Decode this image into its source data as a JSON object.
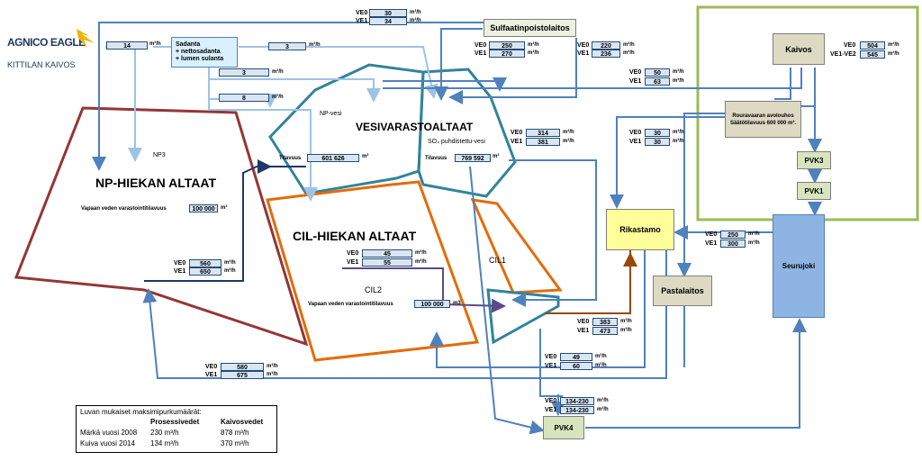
{
  "logo": {
    "brand": "AGNICO EAGLE",
    "site": "KITTILAN KAIVOS"
  },
  "areas": {
    "np_title": "NP-HIEKAN ALTAAT",
    "np3": "NP3",
    "np_storage_label": "Vapaan veden varastointitilavuus",
    "np_storage_value": "100 000",
    "np_storage_unit": "m³",
    "vv_title": "VESIVARASTOALTAAT",
    "np_vesi": "NP-vesi",
    "so4": "SO₄ puhdistettu-vesi",
    "tilavuus": "Tilavuus",
    "tilavuus_np": "601 626",
    "tilavuus_so4": "769 592",
    "m3": "m³",
    "cil_title": "CIL-HIEKAN ALTAAT",
    "cil1": "CIL1",
    "cil2": "CIL2",
    "cil_storage_label": "Vapaan veden varastointitilavuus",
    "cil_storage_value": "100 000",
    "cil_storage_unit": "m3"
  },
  "nodes": {
    "sulfaatti": "Sulfaatinpoistolaitos",
    "sadanta": "Sadanta\n+ nettosadanta\n+ lumen sulanta",
    "kaivos": "Kaivos",
    "rouravaara": "Rouravaaran avolouhos\nSäätötilavuus 600 000 m³.",
    "pvk3": "PVK3",
    "pvk1": "PVK1",
    "rikastamo": "Rikastamo",
    "pastalaitos": "Pastalaitos",
    "seurujoki": "Seurujoki",
    "pvk4": "PVK4"
  },
  "flows": {
    "unit": "m³/h",
    "ve0": "VE0",
    "ve1": "VE1",
    "ve1_ve2": "VE1-VE2",
    "top_ve0": "30",
    "top_ve1": "34",
    "sadanta_left": "14",
    "sadanta_right": "3",
    "sadanta_3b": "3",
    "sadanta_8": "8",
    "sulf_ve0": "250",
    "sulf_ve1": "270",
    "sulf2_ve0": "220",
    "sulf2_ve1": "236",
    "kaivos_ve0": "504",
    "kaivos_ve1": "545",
    "rv_ve0": "50",
    "rv_ve1": "63",
    "so4_ve0": "314",
    "so4_ve1": "381",
    "r30_ve0": "30",
    "r30_ve1": "30",
    "np_ve0": "560",
    "np_ve1": "650",
    "cil_ve0": "45",
    "cil_ve1": "55",
    "seur_ve0": "250",
    "seur_ve1": "300",
    "rik_ve0": "383",
    "rik_ve1": "473",
    "pas_ve0": "49",
    "pas_ve1": "60",
    "bot_ve0": "580",
    "bot_ve1": "675",
    "pvk4_ve0": "134-230",
    "pvk4_ve1": "134-230"
  },
  "legend": {
    "title": "Luvan mukaiset maksimipurkumäärät:",
    "col1": "Prosessivedet",
    "col2": "Kaivosvedet",
    "rows": [
      {
        "label": "Märkä vuosi 2008",
        "v1": "230 m³/h",
        "v2": "878 m³/h"
      },
      {
        "label": "Kuiva vuosi 2014",
        "v1": "134 m³/h",
        "v2": "370 m³/h"
      }
    ]
  },
  "colors": {
    "np_pond": "#943634",
    "water_pond": "#31849b",
    "cil_pond": "#e36c09",
    "arrow_blue": "#4f81bd",
    "arrow_light": "#9dc3e6",
    "arrow_brown": "#984807",
    "arrow_dark": "#1f3864",
    "mine_frame": "#9bbb59"
  }
}
